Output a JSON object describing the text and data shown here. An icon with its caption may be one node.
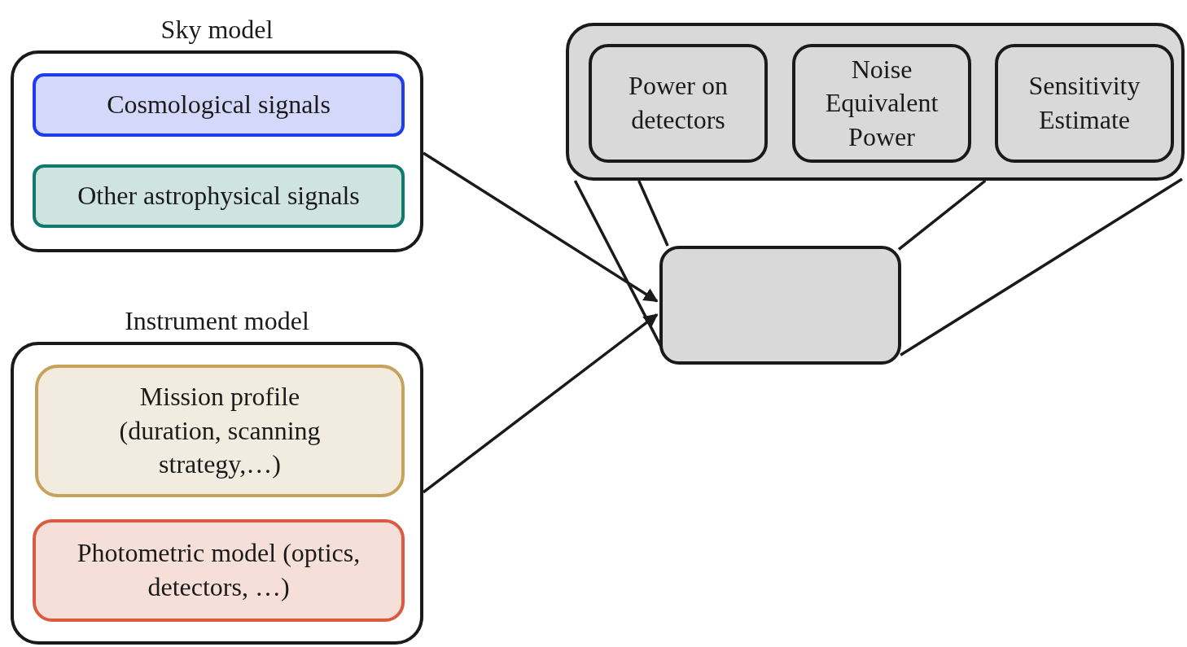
{
  "diagram": {
    "nodes": [
      {
        "text": [
          "Sky model"
        ]
      },
      {
        "text": [
          "Cosmological signals"
        ],
        "in": 0
      },
      {
        "text": [
          "Other astrophysical signals"
        ],
        "in": 0
      },
      {
        "text": [
          "Instrument model"
        ]
      },
      {
        "text": [
          "Mission profile (duration, scanning strategy,…)"
        ],
        "in": 3
      },
      {
        "text": [
          "Photometric model (optics, detectors, …)"
        ],
        "in": 3
      },
      {
        "text": [],
        "shape": "box"
      },
      {
        "text": [
          "Power on detectors"
        ],
        "in": 6
      },
      {
        "text": [
          "Noise Equivalent Power"
        ],
        "in": 6
      },
      {
        "text": [
          "Sensitivity Estimate"
        ],
        "in": 6
      },
      {
        "text": [],
        "shape": "box"
      }
    ],
    "edges": [
      {
        "from": 0,
        "to": 10,
        "arrow": "to"
      },
      {
        "from": 3,
        "to": 10,
        "arrow": "to"
      },
      {
        "from": 6,
        "to": 10,
        "arrow": "none"
      },
      {
        "from": 6,
        "to": 10,
        "arrow": "none"
      },
      {
        "from": 6,
        "to": 10,
        "arrow": "none"
      },
      {
        "from": 6,
        "to": 10,
        "arrow": "none"
      }
    ]
  }
}
